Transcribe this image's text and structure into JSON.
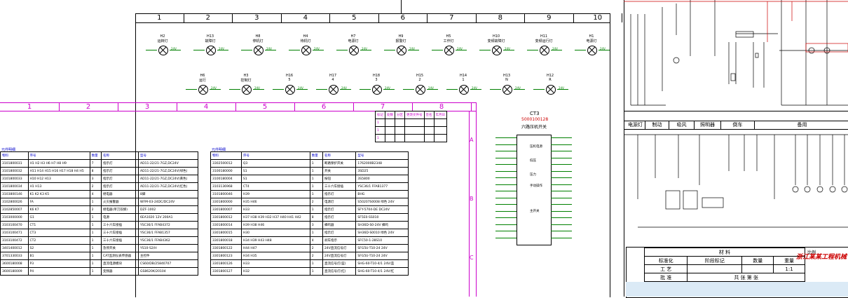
{
  "main_frame": {
    "column_numbers": [
      "1",
      "2",
      "3",
      "4",
      "5",
      "6",
      "7",
      "8",
      "9",
      "10"
    ]
  },
  "lamp_row1": [
    {
      "id": "H2",
      "label": "运转灯",
      "code": "24V"
    },
    {
      "id": "H13",
      "label": "故障灯",
      "code": "24V"
    },
    {
      "id": "H8",
      "label": "停机灯",
      "code": "24V"
    },
    {
      "id": "H4",
      "label": "待机灯",
      "code": "24V"
    },
    {
      "id": "H7",
      "label": "电源灯",
      "code": "24V"
    },
    {
      "id": "H9",
      "label": "报警灯",
      "code": "24V"
    },
    {
      "id": "H5",
      "label": "工作灯",
      "code": "24V"
    },
    {
      "id": "H10",
      "label": "变频故障灯",
      "code": "24V"
    },
    {
      "id": "H11",
      "label": "变频运行灯",
      "code": "24V"
    },
    {
      "id": "H1",
      "label": "电源灯",
      "code": "24V"
    }
  ],
  "lamp_row2": [
    {
      "id": "H6",
      "label": "运行",
      "code": "24V"
    },
    {
      "id": "H3",
      "label": "控制灯",
      "code": "24V"
    },
    {
      "id": "H16",
      "label": "5",
      "code": "24V"
    },
    {
      "id": "H17",
      "label": "4",
      "code": "24V"
    },
    {
      "id": "H18",
      "label": "3",
      "code": "24V"
    },
    {
      "id": "H15",
      "label": "2",
      "code": "24V"
    },
    {
      "id": "H14",
      "label": "1",
      "code": "24V"
    },
    {
      "id": "H13",
      "label": "N",
      "code": "24V"
    },
    {
      "id": "H12",
      "label": "R",
      "code": "24V"
    }
  ],
  "pink_frame": {
    "column_numbers": [
      "1",
      "2",
      "3",
      "4",
      "5",
      "6",
      "7",
      "8"
    ],
    "row_letters": [
      "A",
      "B",
      "C"
    ],
    "revision_headers": [
      "标记",
      "处数",
      "分区",
      "更改文件号",
      "签名",
      "年月日"
    ],
    "revision_rows": [
      "1",
      "1",
      "1"
    ]
  },
  "bom_left": {
    "title": "元件明细",
    "headers": [
      "物料",
      "序号",
      "数量",
      "名称",
      "型号"
    ],
    "rows": [
      [
        "3101800031",
        "H1 H2 H3 H6 H7 H8 H9",
        "7",
        "指示灯",
        "AD11-22/21-7GZ,DC24V"
      ],
      [
        "3101800032",
        "H11 H14 H15 H16 H17 H18 H4 H5",
        "8",
        "指示灯",
        "AD11-22/21-7GZ,DC24V(绿色)"
      ],
      [
        "3101800033",
        "H10 H12 H13",
        "3",
        "指示灯",
        "AD11-22/21-7GZ,DC24V(黄色)"
      ],
      [
        "3101800034",
        "H1 H13",
        "2",
        "指示灯",
        "AD11-22/21-7GZ,DC24V(红色)"
      ],
      [
        "3103800146",
        "K1 K2 K3 K5",
        "4",
        "继电器",
        "8脚"
      ],
      [
        "3102800026",
        "FA",
        "1",
        "火灾报警器",
        "WFM-03-24DC/DC24V"
      ],
      [
        "3102850007",
        "K6 K7",
        "2",
        "继电器(单刀双掷)",
        "DZF-1002"
      ],
      [
        "3103000000",
        "G1",
        "1",
        "电源",
        "6EA1020 12V 200A1"
      ],
      [
        "3103100470",
        "CT1",
        "1",
        "三十六车接插",
        "YSC36/1 FFAB4372"
      ],
      [
        "3103100471",
        "CT3",
        "1",
        "三十六车接插",
        "YSC36/1 FFAB1357"
      ],
      [
        "3103100472",
        "CT2",
        "1",
        "三十六车接插",
        "YSC36/1 FFAB4362"
      ],
      [
        "3401400012",
        "S2",
        "1",
        "急停开关",
        "YS10-S2/H"
      ],
      [
        "3701330033",
        "B1",
        "1",
        "CAT监测仪表传感器",
        "主控件"
      ],
      [
        "3600180008",
        "P3",
        "1",
        "直流电源模块",
        "CS60/DB/25840707"
      ],
      [
        "3600180009",
        "P4",
        "1",
        "变频器",
        "GS8620K/20104"
      ]
    ]
  },
  "bom_right": {
    "title": "元件明细",
    "headers": [
      "物料",
      "序号",
      "数量",
      "名称",
      "型号"
    ],
    "rows": [
      [
        "3302500012",
        "Q3",
        "1",
        "断路保护开关",
        "1762000B2348"
      ],
      [
        "3100180000",
        "S1",
        "1",
        "开关",
        "3SD25"
      ],
      [
        "3100180004",
        "S1",
        "1",
        "按钮",
        "3S5800"
      ],
      [
        "3103136968",
        "CT4",
        "1",
        "三十六车接插",
        "YSC36/1 FFAB1377"
      ],
      [
        "3101800046",
        "H39",
        "1",
        "指示灯",
        "BHG"
      ],
      [
        "3301800000",
        "H35 H46",
        "2",
        "电源灯",
        "S50207S0008 绿色 24V"
      ],
      [
        "3301800007",
        "H33",
        "1",
        "指示灯",
        "SFY-5704-DE DC24V"
      ],
      [
        "3301800012",
        "H37 H38 H39 H32 H37 H40 H41 H42",
        "8",
        "指示灯",
        "SF5E0-SS010"
      ],
      [
        "3301800014",
        "H39 H38 H46",
        "3",
        "蜂鸣器",
        "SH36D-S0-24V 蜂鸣"
      ],
      [
        "3301800015",
        "H30",
        "1",
        "指示灯",
        "SH36D-S0010 绿色 24V"
      ],
      [
        "3301800018",
        "H34 H39 H43 H48",
        "4",
        "刹车指示",
        "SFC50-1-28S10"
      ],
      [
        "3301800122",
        "H44 H47",
        "2",
        "24V直流信号灯",
        "SFG5U-T10-24 24V"
      ],
      [
        "3301800123",
        "H34 H35",
        "2",
        "24V直流信号灯",
        "SFG5U-T10-24 24V"
      ],
      [
        "3301800126",
        "H33",
        "1",
        "直流信号灯(蓝)",
        "SHG-60-T10-4/1 24V/蓝"
      ],
      [
        "3301800127",
        "H32",
        "1",
        "直流信号灯(红)",
        "SHG-60-T10-4/1 24V/红"
      ]
    ]
  },
  "ct3": {
    "name": "CT3",
    "code": "5000100128",
    "description": "六路压机开关",
    "inner_labels": [
      "压机电源",
      "低压",
      "压力",
      "手动操作",
      "主开关"
    ]
  },
  "right_strip_headers": [
    "电源灯",
    "制动",
    "吸风",
    "照明器",
    "倒车",
    "备用"
  ],
  "title_block": {
    "material": "材 料",
    "stage_label": "阶段标记",
    "quantity_label": "数量",
    "weight_label": "重量",
    "scale_label": "比例",
    "scale_value": "1:1",
    "rows": [
      "标准化",
      "工 艺",
      "批 准"
    ],
    "footer": "共 张 第 张",
    "logo_text": "浙江某某工程机械"
  }
}
